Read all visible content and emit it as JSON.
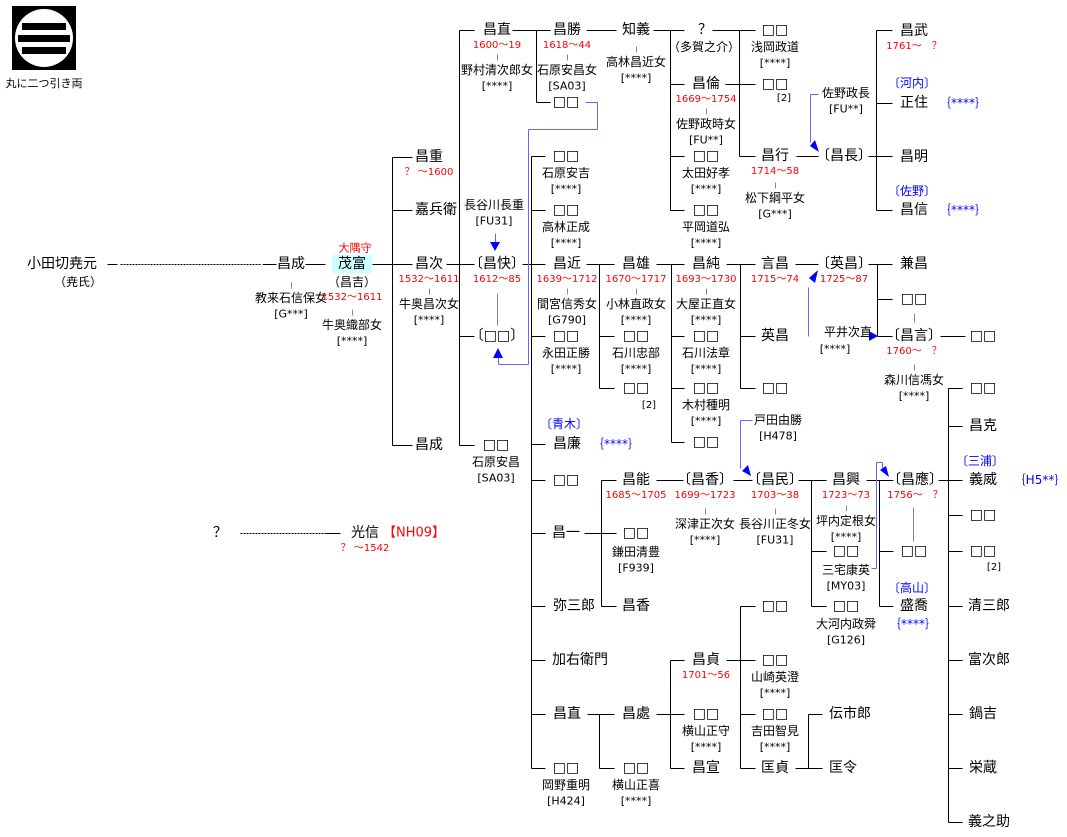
{
  "crest": {
    "caption": "丸に二つ引き両"
  },
  "people": [
    {
      "n": "小田切尭元"
    },
    {
      "n": "昌成",
      "s": "教来石信保女",
      "c": "[G***]"
    },
    {
      "n": "茂富",
      "d": "1532～1611",
      "s": "牛奥織部女",
      "c": "[****]"
    },
    {
      "n": "昌重",
      "d": "？ ～1600"
    },
    {
      "n": "嘉兵衛"
    },
    {
      "n": "昌次",
      "d": "1532～1611",
      "s": "牛奥昌次女",
      "c": "[****]"
    },
    {
      "n": "昌成"
    },
    {
      "n": "昌直",
      "d": "1600～19",
      "s": "野村清次郎女",
      "c": "[****]"
    },
    {
      "n": "〔昌快〕",
      "d": "1612～85"
    },
    {
      "n": "〔□□〕"
    },
    {
      "n": "□□",
      "s": "石原安昌",
      "c": "[SA03]"
    },
    {
      "n": "昌勝",
      "d": "1618～44",
      "s": "石原安昌女",
      "c": "[SA03]"
    },
    {
      "n": "□□"
    },
    {
      "n": "知義",
      "s": "高林昌近女",
      "c": "[****]"
    },
    {
      "n": "？"
    },
    {
      "n": "昌倫",
      "d": "1669～1754",
      "s": "佐野政時女",
      "c": "[FU**]"
    },
    {
      "n": "□□",
      "s": "太田好孝",
      "c": "[****]"
    },
    {
      "n": "□□",
      "s": "平岡道弘",
      "c": "[****]"
    },
    {
      "n": "□□",
      "s": "浅岡政道",
      "c": "[****]"
    },
    {
      "n": "□□"
    },
    {
      "n": "昌行",
      "d": "1714～58",
      "s": "松下綱平女",
      "c": "[G***]"
    },
    {
      "n": "〔昌長〕"
    },
    {
      "n": "昌武",
      "d": "1761～　？"
    },
    {
      "n": "正住"
    },
    {
      "n": "昌明"
    },
    {
      "n": "昌信"
    },
    {
      "n": "□□",
      "s": "石原安吉",
      "c": "[****]"
    },
    {
      "n": "□□",
      "s": "高林正成",
      "c": "[****]"
    },
    {
      "n": "昌近",
      "d": "1639～1712",
      "s": "間宮信秀女",
      "c": "[G790]"
    },
    {
      "n": "□□",
      "s": "永田正勝",
      "c": "[****]"
    },
    {
      "n": "昌廉"
    },
    {
      "n": "□□"
    },
    {
      "n": "昌一"
    },
    {
      "n": "弥三郎"
    },
    {
      "n": "加右衛門"
    },
    {
      "n": "昌直"
    },
    {
      "n": "□□",
      "s": "岡野重明",
      "c": "[H424]"
    },
    {
      "n": "昌雄",
      "d": "1670～1717",
      "s": "小林直政女",
      "c": "[****]"
    },
    {
      "n": "□□",
      "s": "石川忠部",
      "c": "[****]"
    },
    {
      "n": "□□"
    },
    {
      "n": "昌純",
      "d": "1693～1730",
      "s": "大屋正直女",
      "c": "[****]"
    },
    {
      "n": "□□",
      "s": "石川法章",
      "c": "[****]"
    },
    {
      "n": "□□",
      "s": "木村種明",
      "c": "[****]"
    },
    {
      "n": "□□"
    },
    {
      "n": "言昌",
      "d": "1715～74"
    },
    {
      "n": "英昌"
    },
    {
      "n": "□□"
    },
    {
      "n": "〔英昌〕",
      "d": "1725～87"
    },
    {
      "n": "兼昌"
    },
    {
      "n": "□□"
    },
    {
      "n": "〔昌言〕",
      "d": "1760～　？",
      "s": "森川信馮女",
      "c": "[****]"
    },
    {
      "n": "□□"
    },
    {
      "n": "□□"
    },
    {
      "n": "昌克"
    },
    {
      "n": "義威"
    },
    {
      "n": "□□"
    },
    {
      "n": "□□"
    },
    {
      "n": "清三郎"
    },
    {
      "n": "富次郎"
    },
    {
      "n": "鍋吉"
    },
    {
      "n": "栄蔵"
    },
    {
      "n": "義之助"
    },
    {
      "n": "昌能",
      "d": "1685～1705"
    },
    {
      "n": "□□",
      "s": "鎌田清豊",
      "c": "[F939]"
    },
    {
      "n": "昌香"
    },
    {
      "n": "〔昌香〕",
      "d": "1699～1723",
      "s": "深津正次女",
      "c": "[****]"
    },
    {
      "n": "〔昌民〕",
      "d": "1703～38",
      "s": "長谷川正冬女",
      "c": "[FU31]"
    },
    {
      "n": "昌興",
      "d": "1723～73",
      "s": "坪内定根女",
      "c": "[****]"
    },
    {
      "n": "□□",
      "s": "三宅康英",
      "c": "[MY03]"
    },
    {
      "n": "□□",
      "s": "大河内政舜",
      "c": "[G126]"
    },
    {
      "n": "〔昌應〕",
      "d": "1756～　？"
    },
    {
      "n": "□□"
    },
    {
      "n": "盛喬"
    },
    {
      "n": "昌處"
    },
    {
      "n": "□□",
      "s": "横山正喜",
      "c": "[****]"
    },
    {
      "n": "昌貞",
      "d": "1701～56"
    },
    {
      "n": "□□",
      "s": "横山正守",
      "c": "[****]"
    },
    {
      "n": "昌宣"
    },
    {
      "n": "□□"
    },
    {
      "n": "□□",
      "s": "山崎英澄",
      "c": "[****]"
    },
    {
      "n": "□□",
      "s": "吉田智見",
      "c": "[****]"
    },
    {
      "n": "匡貞"
    },
    {
      "n": "伝市郎"
    },
    {
      "n": "匡令"
    },
    {
      "n": "？"
    },
    {
      "n": "光信",
      "d": "？ ～1542"
    }
  ],
  "labels": [
    "（尭氏）",
    "大隅守",
    "（昌吉）",
    "（多賀之介）",
    "長谷川長重",
    "[FU31]",
    "佐野政長",
    "[FU**]",
    "平井次直",
    "[****]",
    "戸田由勝",
    "[H478]",
    "[2]",
    "[2]",
    "[2]",
    "〔河内〕",
    "｛****｝",
    "〔佐野〕",
    "｛****｝",
    "〔青木〕",
    "｛****｝",
    "〔三浦〕",
    "｛H5**｝",
    "〔高山〕",
    "｛****｝",
    "【NH09】"
  ],
  "colors": {
    "dates": "#ff0000",
    "adoption": "#0000ff",
    "highlight": "#ccffff"
  }
}
